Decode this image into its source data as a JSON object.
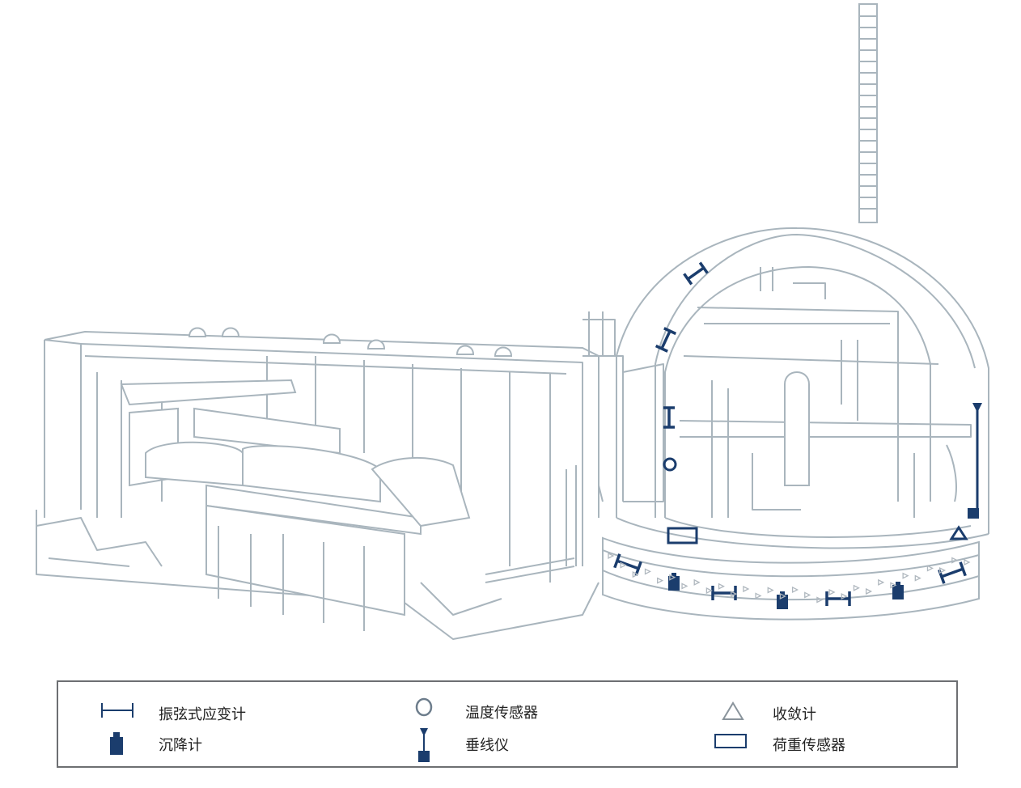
{
  "colors": {
    "sensor": "#1b3d6d",
    "line": "#a9b5bd",
    "legend_border": "#6d6f72"
  },
  "legend": {
    "items": [
      {
        "icon": "strain-gauge-icon",
        "label": "振弦式应变计"
      },
      {
        "icon": "settlement-gauge-icon",
        "label": "沉降计"
      },
      {
        "icon": "temperature-sensor-icon",
        "label": "温度传感器"
      },
      {
        "icon": "plumb-line-icon",
        "label": "垂线仪"
      },
      {
        "icon": "convergence-gauge-icon",
        "label": "收敛计"
      },
      {
        "icon": "load-sensor-icon",
        "label": "荷重传感器"
      }
    ]
  }
}
